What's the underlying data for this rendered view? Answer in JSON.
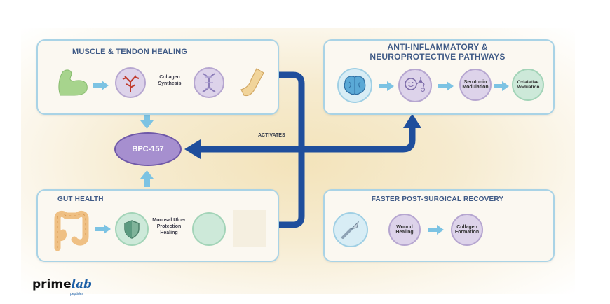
{
  "panels": {
    "muscle": {
      "title": "MUSCLE & TENDON HEALING",
      "step_label": "Collagen\nSynthesis"
    },
    "anti": {
      "title_line1": "ANTI-INFLAMMATORY &",
      "title_line2": "NEUROPROTECTIVE PATHWAYS",
      "serotonin": "Serotonin",
      "modulation": "Modulation",
      "oxidative_1": "Oxialative",
      "oxidative_2": "Moduation"
    },
    "gut": {
      "title": "GUT HEALTH",
      "label_1": "Mucosal Ulcer",
      "label_2": "Protection",
      "label_3": "Healing"
    },
    "recovery": {
      "title": "FASTER POST-SURGICAL RECOVERY",
      "wound_1": "Wound",
      "wound_2": "Healing",
      "collagen_1": "Collagen",
      "collagen_2": "Formation"
    }
  },
  "center": {
    "label": "BPC-157",
    "activates": "ACTIVATES"
  },
  "logo": {
    "prime": "prime",
    "lab": "lab",
    "sub": "peptides"
  },
  "icons": [
    "muscle-icon",
    "blood-vessel-icon",
    "dna-icon",
    "tendon-icon",
    "brain-icon",
    "molecule-icon",
    "intestine-icon",
    "shield-icon",
    "scalpel-icon"
  ],
  "colors": {
    "panel_border": "#a9d3e6",
    "arrow_light": "#7cc3e3",
    "arrow_dark": "#1f4e9c",
    "center_fill": "#a68fcf",
    "title": "#3f5a86"
  }
}
